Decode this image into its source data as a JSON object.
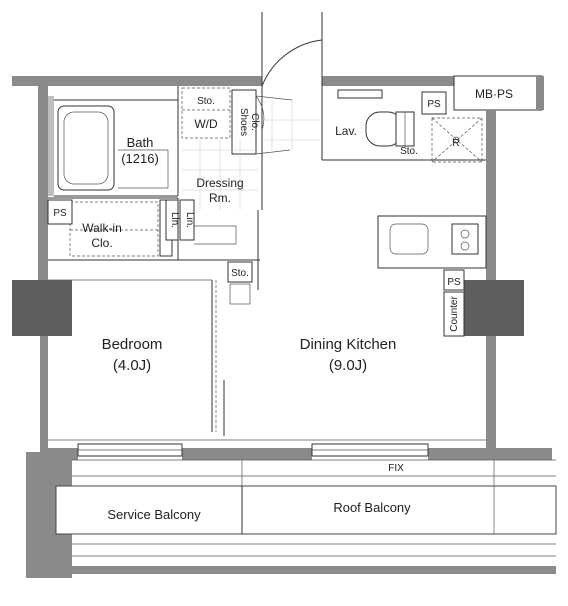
{
  "rooms": {
    "bath_name": "Bath",
    "bath_size": "(1216)",
    "wd": "W/D",
    "sto_top": "Sto.",
    "shoes_line1": "Shoes",
    "shoes_line2": "Clo.",
    "lav": "Lav.",
    "sto_lav": "Sto.",
    "ps_top": "PS",
    "mbps": "MB·PS",
    "r_mark": "R",
    "dressing_line1": "Dressing",
    "dressing_line2": "Rm.",
    "ps_left": "PS",
    "walkin_line1": "Walk-in",
    "walkin_line2": "Clo.",
    "lin1": "Lin.",
    "lin2": "Lin.",
    "sto_mid": "Sto.",
    "ps_right": "PS",
    "counter": "Counter",
    "bedroom_name": "Bedroom",
    "bedroom_size": "(4.0J)",
    "dk_name": "Dining Kitchen",
    "dk_size": "(9.0J)",
    "fix": "FIX",
    "service_balcony": "Service Balcony",
    "roof_balcony": "Roof Balcony"
  }
}
